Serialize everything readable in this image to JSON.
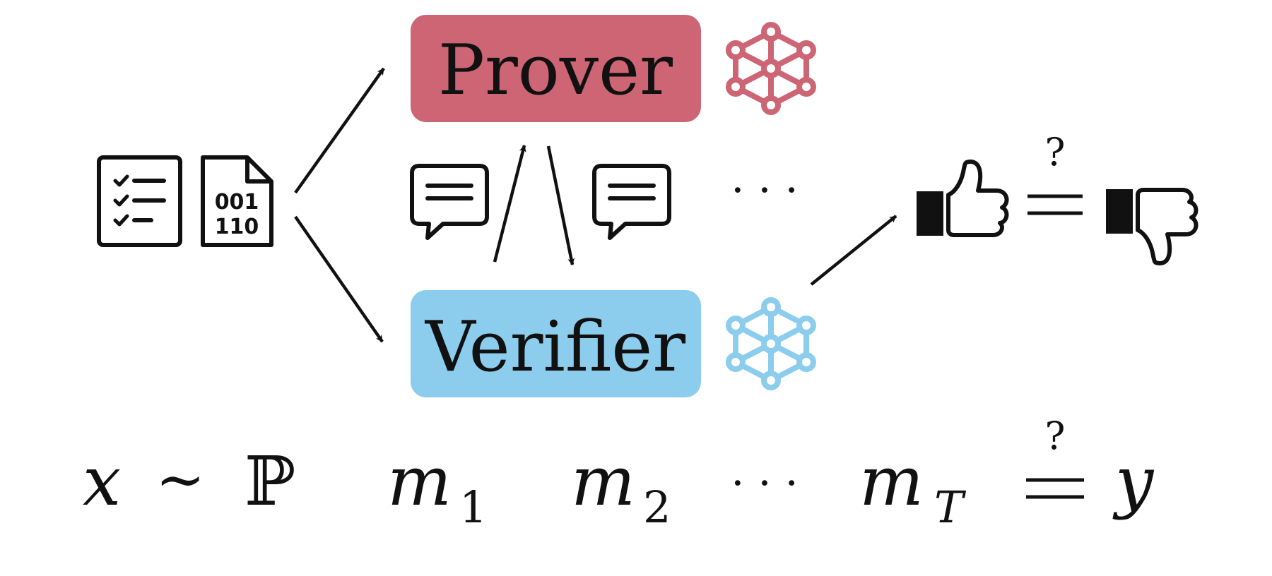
{
  "boxes": {
    "prover": {
      "label": "Prover",
      "color": "#cd6574"
    },
    "verifier": {
      "label": "Verifier",
      "color": "#8ccdee"
    }
  },
  "icons": {
    "task_icon": "checklist-icon",
    "data_icon": "binary-file-icon",
    "data_bits_line1": "001",
    "data_bits_line2": "110",
    "message_icon": "speech-bubble-icon",
    "network_icon": "neural-network-icon",
    "accept_icon": "thumbs-up-icon",
    "reject_icon": "thumbs-down-icon"
  },
  "flow": {
    "ellipsis": "· · ·",
    "question_mark": "?"
  },
  "notation": {
    "x": "x",
    "sim": "∼",
    "dist": "ℙ",
    "m": "m",
    "sub1": "1",
    "sub2": "2",
    "subT": "T",
    "ellipsis": "· · ·",
    "question_mark": "?",
    "y": "y"
  }
}
